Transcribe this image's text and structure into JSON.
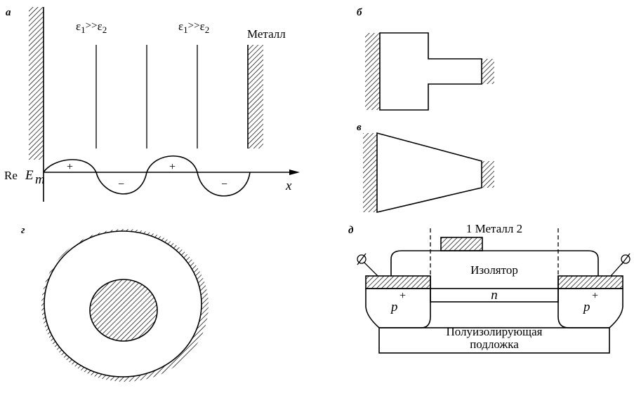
{
  "figure": {
    "panels": {
      "a": {
        "label": "а",
        "dielectric_label_1": "ε₁>>ε₂",
        "dielectric_label_2": "ε₁>>ε₂",
        "metal_label": "Металл",
        "y_axis_label_re": "Re",
        "y_axis_label_e": "E",
        "y_axis_label_sub": "m",
        "x_axis_label": "x",
        "signs": [
          "+",
          "−",
          "+",
          "−"
        ]
      },
      "b": {
        "label": "б"
      },
      "v": {
        "label": "в"
      },
      "g": {
        "label": "г"
      },
      "d": {
        "label": "д",
        "top_label": "1 Металл 2",
        "insulator_label": "Изолятор",
        "channel_label": "n",
        "left_region_label": "p",
        "left_region_sup": "+",
        "right_region_label": "p",
        "right_region_sup": "+",
        "substrate_line1": "Полуизолирующая",
        "substrate_line2": "подложка"
      }
    },
    "colors": {
      "ink": "#000000",
      "background": "#ffffff"
    }
  }
}
